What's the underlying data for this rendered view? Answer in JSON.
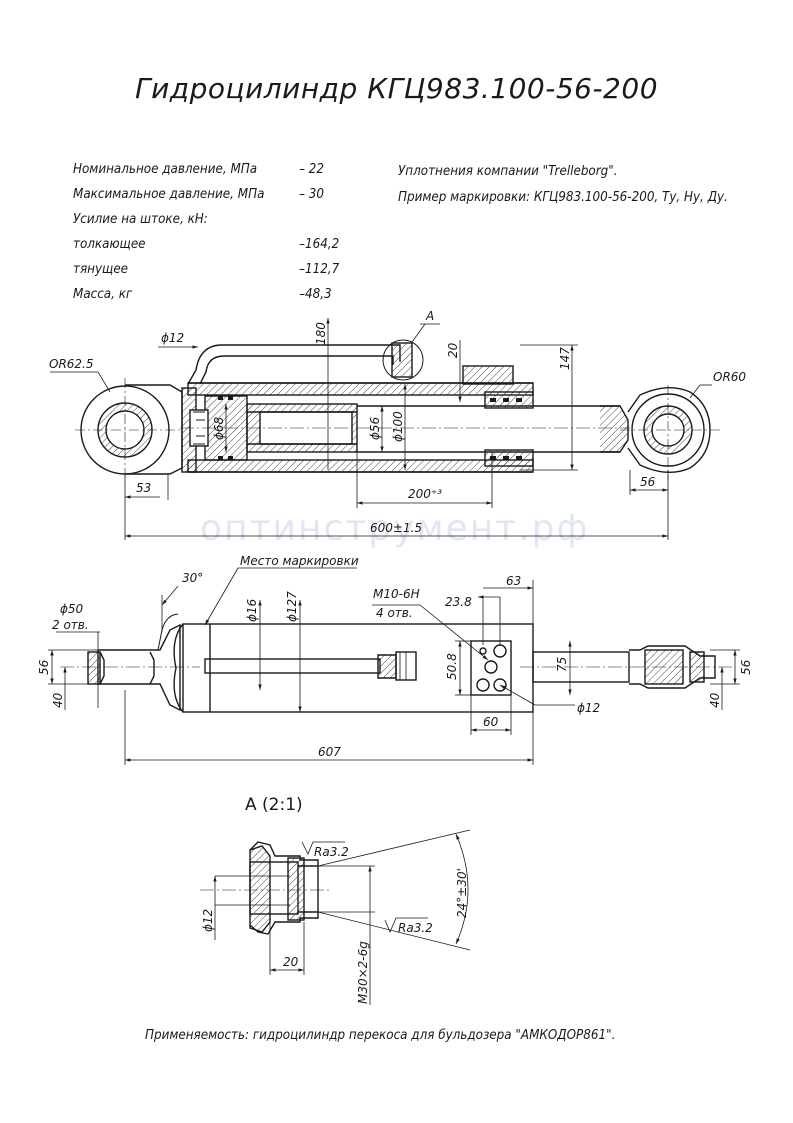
{
  "title": "Гидроцилиндр КГЦ983.100-56-200",
  "specs": [
    {
      "label": "Номинальное давление, МПа",
      "value": "– 22"
    },
    {
      "label": "Максимальное давление, МПа",
      "value": "– 30"
    },
    {
      "label": "Усилие на штоке, кН:",
      "value": ""
    },
    {
      "label": "толкающее",
      "value": "–164,2"
    },
    {
      "label": "тянущее",
      "value": "–112,7"
    },
    {
      "label": "Масса, кг",
      "value": "–48,3"
    }
  ],
  "notes": {
    "seals": "Уплотнения компании \"Trelleborg\".",
    "marking": "Пример маркировки: КГЦ983.100-56-200, Ту, Ну, Ду."
  },
  "watermark": "оптинструмент.рф",
  "section_view": {
    "callout": "А",
    "dims": {
      "d12": "ϕ12",
      "h180": "180",
      "h20": "20",
      "h147": "147",
      "r_left": "OR62.5",
      "r_right": "OR60",
      "d68": "ϕ68",
      "d56": "ϕ56",
      "d100": "ϕ100",
      "w53": "53",
      "w200": "200⁺³",
      "w56": "56",
      "len": "600±1.5"
    }
  },
  "outer_view": {
    "marking_place": "Место маркировки",
    "dims": {
      "angle30": "30°",
      "d50": "ϕ50",
      "d50_count": "2 отв.",
      "d16": "ϕ16",
      "d127": "ϕ127",
      "thread": "М10-6Н",
      "thread_count": "4 отв.",
      "w23_8": "23.8",
      "w63": "63",
      "h50_8": "50.8",
      "h75": "75",
      "w60": "60",
      "d12": "ϕ12",
      "h56l": "56",
      "h40l": "40",
      "h56r": "56",
      "h40r": "40",
      "len607": "607"
    }
  },
  "detail_view": {
    "title": "А (2:1)",
    "dims": {
      "ra1": "Ra3.2",
      "ra2": "Ra3.2",
      "angle": "24°±30'",
      "d12": "ϕ12",
      "w20": "20",
      "thread": "М30×2-6g"
    }
  },
  "footer": "Применяемость: гидроцилиндр перекоса для бульдозера \"АМКОДОР861\"."
}
